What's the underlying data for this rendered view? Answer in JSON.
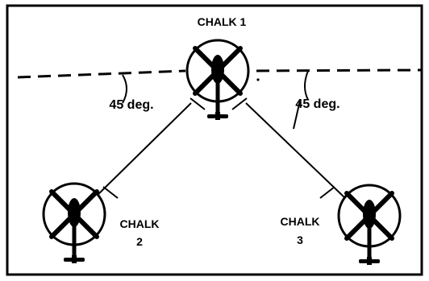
{
  "diagram": {
    "chalk1": {
      "label": "CHALK 1"
    },
    "chalk2": {
      "label_line1": "CHALK",
      "label_line2": "2"
    },
    "chalk3": {
      "label_line1": "CHALK",
      "label_line2": "3"
    },
    "angle_left": "45 deg.",
    "angle_right": "45 deg."
  }
}
